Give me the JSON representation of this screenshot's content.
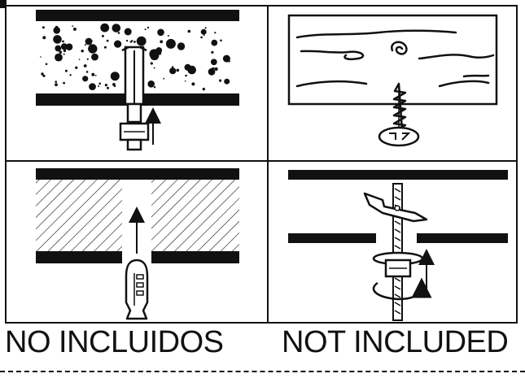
{
  "captions": {
    "spanish": "NO INCLUIDOS",
    "english": "NOT INCLUDED"
  },
  "panels": [
    {
      "id": "anchor-bolt-concrete",
      "icon": "expansion-anchor-icon"
    },
    {
      "id": "wood-screw",
      "icon": "wood-screw-icon"
    },
    {
      "id": "wall-plug",
      "icon": "wall-plug-icon"
    },
    {
      "id": "toggle-bolt",
      "icon": "toggle-bolt-icon"
    }
  ],
  "colors": {
    "ink": "#111111",
    "paper": "#ffffff"
  }
}
